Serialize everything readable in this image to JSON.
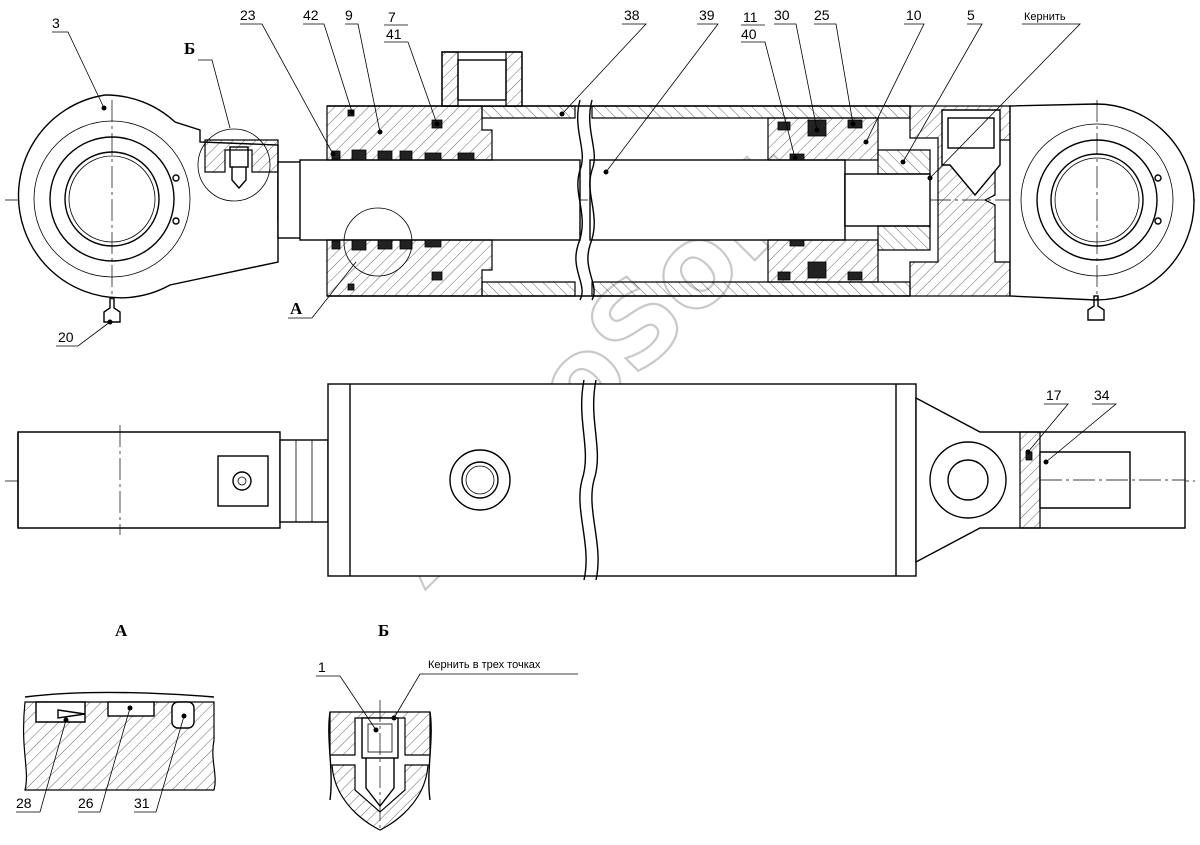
{
  "watermark": "AutoSoft",
  "views": {
    "detail_a_title": "А",
    "detail_b_title": "Б",
    "view_a_marker": "А",
    "view_b_marker": "Б"
  },
  "notes": {
    "punch_top": "Кернить",
    "punch_three_points": "Кернить в трех точках"
  },
  "callouts_main": {
    "p3": "3",
    "p23": "23",
    "p42": "42",
    "p9": "9",
    "p7": "7",
    "p41": "41",
    "p38": "38",
    "p39": "39",
    "p11": "11",
    "p40": "40",
    "p30": "30",
    "p25": "25",
    "p10": "10",
    "p5": "5",
    "p20": "20"
  },
  "callouts_side": {
    "p17": "17",
    "p34": "34"
  },
  "callouts_detail_a": {
    "p28": "28",
    "p26": "26",
    "p31": "31"
  },
  "callouts_detail_b": {
    "p1": "1"
  }
}
